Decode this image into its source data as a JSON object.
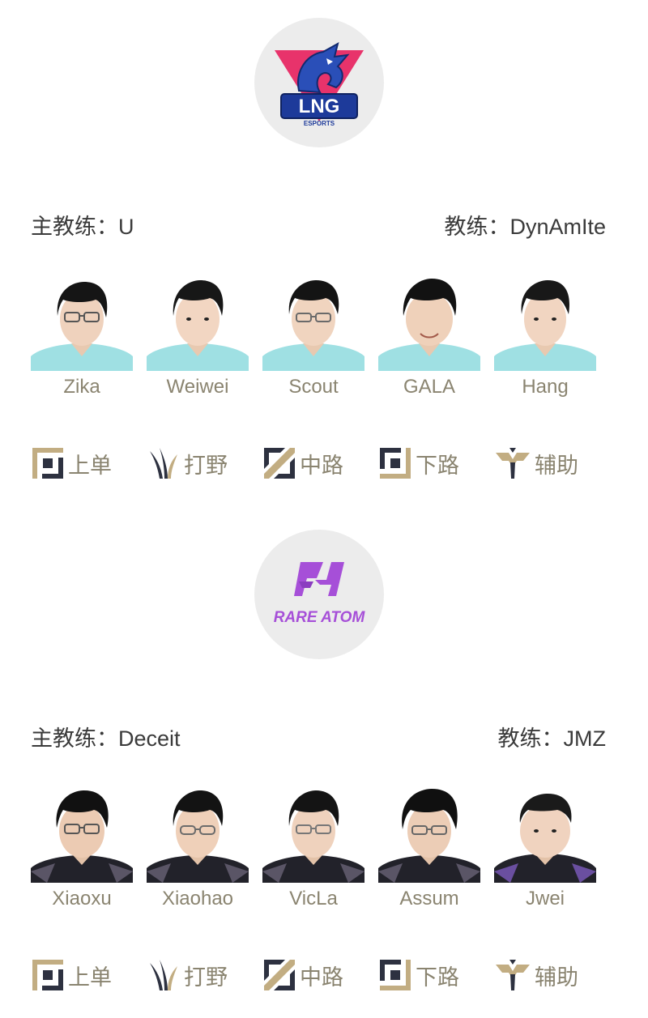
{
  "teams": [
    {
      "logo_text": "LNG",
      "logo_subtext": "ESPORTS",
      "head_coach": "主教练：U",
      "coach": "教练：DynAmIte",
      "jersey": "light",
      "players": [
        {
          "name": "Zika"
        },
        {
          "name": "Weiwei"
        },
        {
          "name": "Scout"
        },
        {
          "name": "GALA"
        },
        {
          "name": "Hang"
        }
      ]
    },
    {
      "logo_text": "RARE ATOM",
      "head_coach": "主教练：Deceit",
      "coach": "教练：JMZ",
      "jersey": "dark",
      "players": [
        {
          "name": "Xiaoxu"
        },
        {
          "name": "Xiaohao"
        },
        {
          "name": "VicLa"
        },
        {
          "name": "Assum"
        },
        {
          "name": "Jwei"
        }
      ]
    }
  ],
  "roles": [
    {
      "label": "上单",
      "icon": "top-lane-icon"
    },
    {
      "label": "打野",
      "icon": "jungle-icon"
    },
    {
      "label": "中路",
      "icon": "mid-lane-icon"
    },
    {
      "label": "下路",
      "icon": "bot-lane-icon"
    },
    {
      "label": "辅助",
      "icon": "support-icon"
    }
  ],
  "colors": {
    "lng_jersey": "#9fe0e3",
    "ra_jersey": "#22222a",
    "ra_purple": "#a64fd8",
    "role_gold": "#c2ad82",
    "role_dark": "#2d3140",
    "name_text": "#8a8470"
  }
}
